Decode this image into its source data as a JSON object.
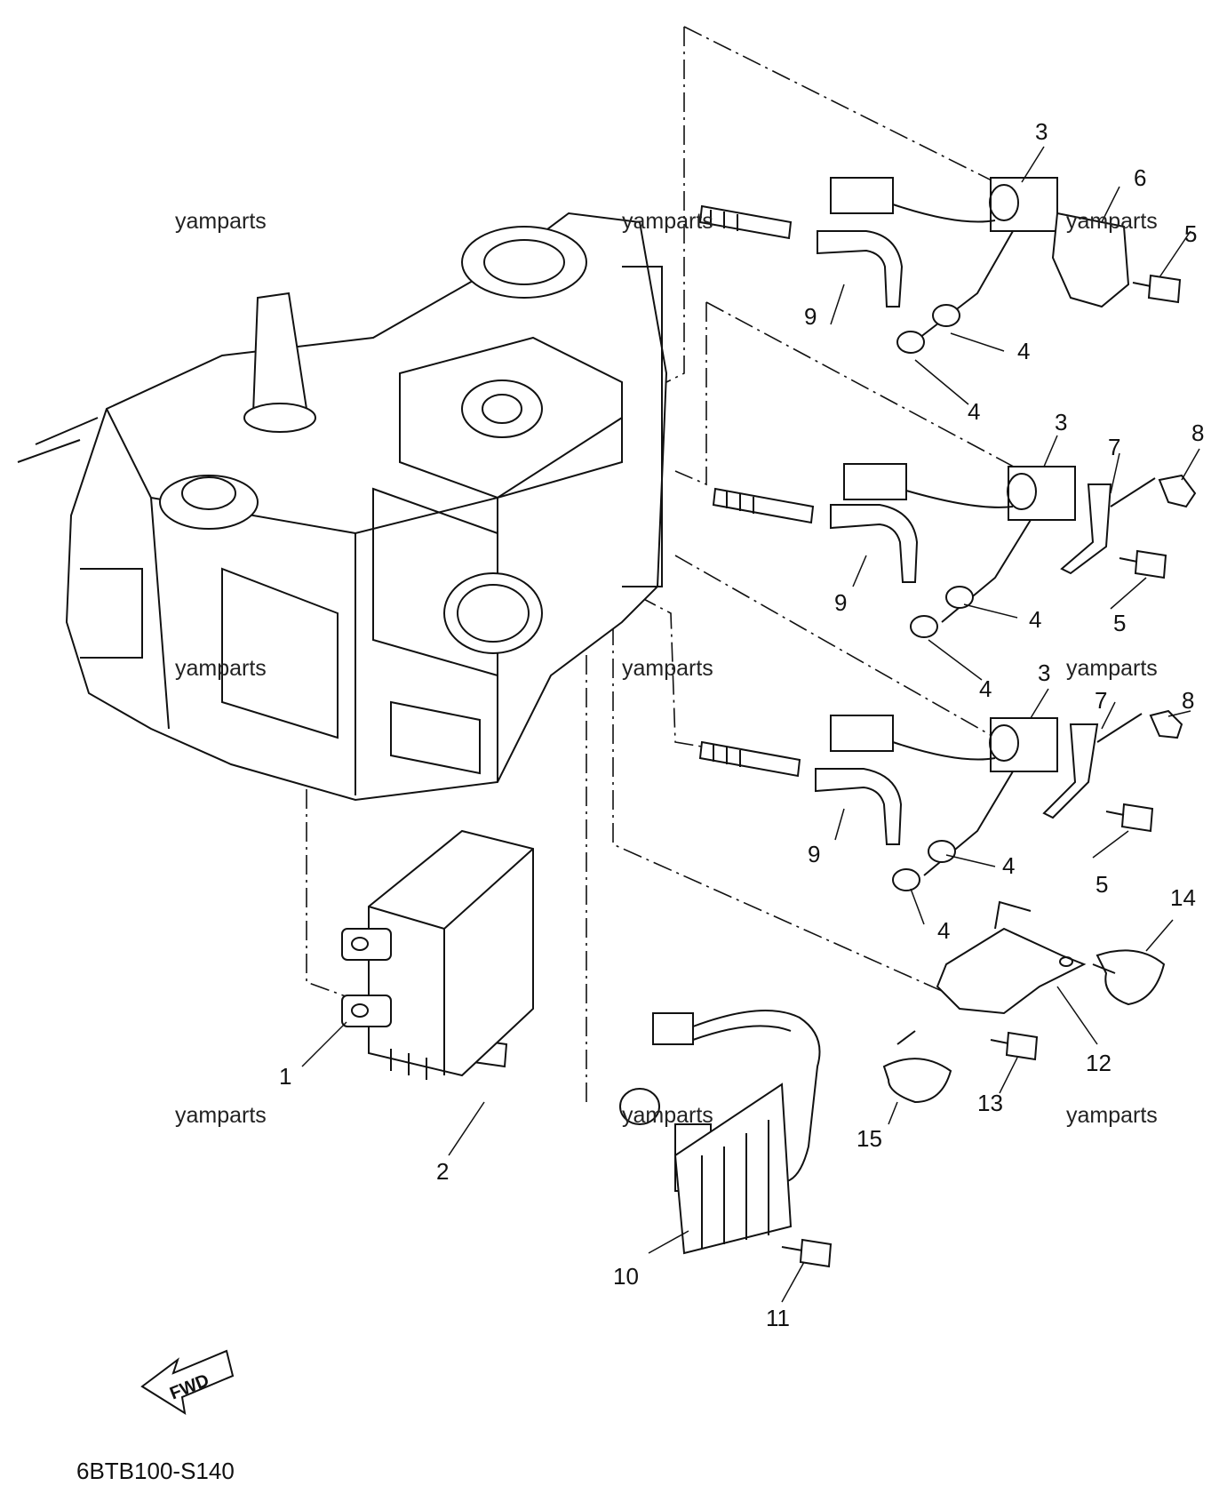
{
  "diagram": {
    "watermark": "yamparts",
    "diagram_code": "6BTB100-S140",
    "fwd_label": "FWD",
    "callouts": {
      "c1": "1",
      "c2": "2",
      "c3a": "3",
      "c3b": "3",
      "c3c": "3",
      "c4a": "4",
      "c4b": "4",
      "c4c": "4",
      "c4d": "4",
      "c4e": "4",
      "c4f": "4",
      "c5a": "5",
      "c5b": "5",
      "c5c": "5",
      "c6": "6",
      "c7a": "7",
      "c7b": "7",
      "c8a": "8",
      "c8b": "8",
      "c9a": "9",
      "c9b": "9",
      "c9c": "9",
      "c10": "10",
      "c11": "11",
      "c12": "12",
      "c13": "13",
      "c14": "14",
      "c15": "15"
    }
  }
}
